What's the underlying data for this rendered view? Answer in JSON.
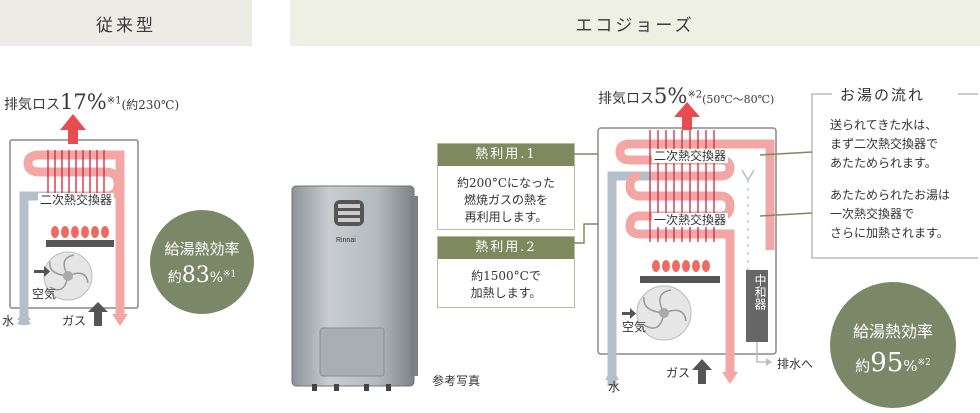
{
  "tabs": {
    "conventional": "従来型",
    "eco": "エコジョーズ"
  },
  "conventional": {
    "loss_label": "排気ロス",
    "loss_value": "17%",
    "loss_note": "※1",
    "loss_temp": "(約230℃)",
    "exchanger": "二次熱交換器",
    "air": "空気",
    "water": "水",
    "gas": "ガス",
    "efficiency_title": "給湯熱効率",
    "efficiency_prefix": "約",
    "efficiency_value": "83",
    "efficiency_unit": "%",
    "efficiency_note": "※1"
  },
  "eco": {
    "loss_label": "排気ロス",
    "loss_value": "5%",
    "loss_note": "※2",
    "loss_temp": "(50℃～80℃)",
    "secondary": "二次熱交換器",
    "primary": "一次熱交換器",
    "neutralizer": "中和器",
    "air": "空気",
    "water": "水",
    "gas": "ガス",
    "drain": "排水へ",
    "efficiency_title": "給湯熱効率",
    "efficiency_prefix": "約",
    "efficiency_value": "95",
    "efficiency_unit": "%",
    "efficiency_note": "※2"
  },
  "heat_use_1": {
    "title": "熱利用.1",
    "lines": [
      "約200°Cになった",
      "燃焼ガスの熱を",
      "再利用します。"
    ]
  },
  "heat_use_2": {
    "title": "熱利用.2",
    "lines": [
      "約1500°Cで",
      "加熱します。"
    ]
  },
  "photo": {
    "brand": "Rinnai",
    "caption": "参考写真"
  },
  "flow": {
    "title": "お湯の流れ",
    "p1": [
      "送られてきた水は、",
      "まず二次熱交換器で",
      "あたためられます。"
    ],
    "p2": [
      "あたためられたお湯は",
      "一次熱交換器で",
      "さらに加熱されます。"
    ]
  },
  "colors": {
    "pipe_hot": "#f2a7a5",
    "pipe_cold": "#b3bfca",
    "fin": "#d0253f",
    "flame": "#ef6a60",
    "badge": "#7b8868",
    "label_head": "#7e8a5e"
  }
}
